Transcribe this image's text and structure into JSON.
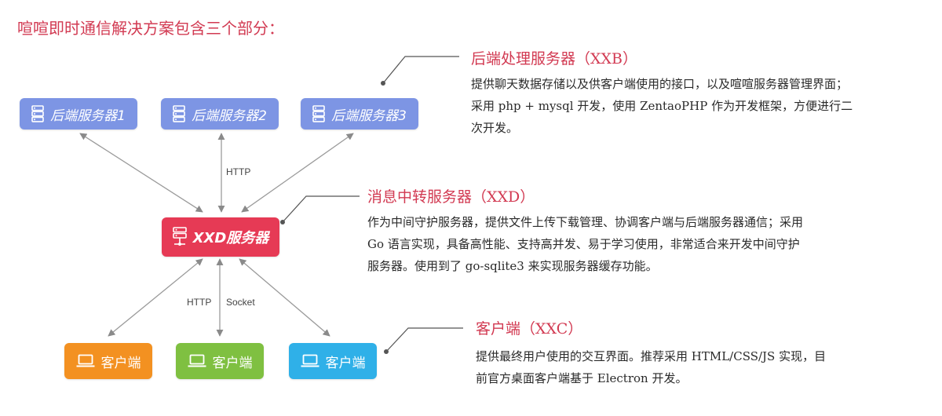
{
  "title": "喧喧即时通信解决方案包含三个部分：",
  "nodes": {
    "backend_servers": [
      "后端服务器1",
      "后端服务器2",
      "后端服务器3"
    ],
    "hub": "XXD服务器",
    "clients": [
      "客户端",
      "客户端",
      "客户端"
    ]
  },
  "edge_labels": {
    "upper": "HTTP",
    "lower_left": "HTTP",
    "lower_right": "Socket"
  },
  "sections": [
    {
      "heading": "后端处理服务器（XXB）",
      "lines": [
        "提供聊天数据存储以及供客户端使用的接口，以及喧喧服务器管理界面；",
        "采用 php + mysql 开发，使用 ZentaoPHP 作为开发框架，方便进行二",
        "次开发。"
      ]
    },
    {
      "heading": "消息中转服务器（XXD）",
      "lines": [
        "作为中间守护服务器，提供文件上传下载管理、协调客户端与后端服务器通信；采用",
        "Go 语言实现，具备高性能、支持高并发、易于学习使用，非常适合来开发中间守护",
        "服务器。使用到了 go-sqlite3 来实现服务器缓存功能。"
      ]
    },
    {
      "heading": "客户端（XXC）",
      "lines": [
        "提供最终用户使用的交互界面。推荐采用 HTML/CSS/JS 实现，目",
        "前官方桌面客户端基于 Electron 开发。"
      ]
    }
  ],
  "colors": {
    "accent_red": "#e63a55",
    "server_blue": "#7d95e4",
    "client_orange": "#f39121",
    "client_green": "#7fc041",
    "client_blue": "#2fb0e8"
  }
}
